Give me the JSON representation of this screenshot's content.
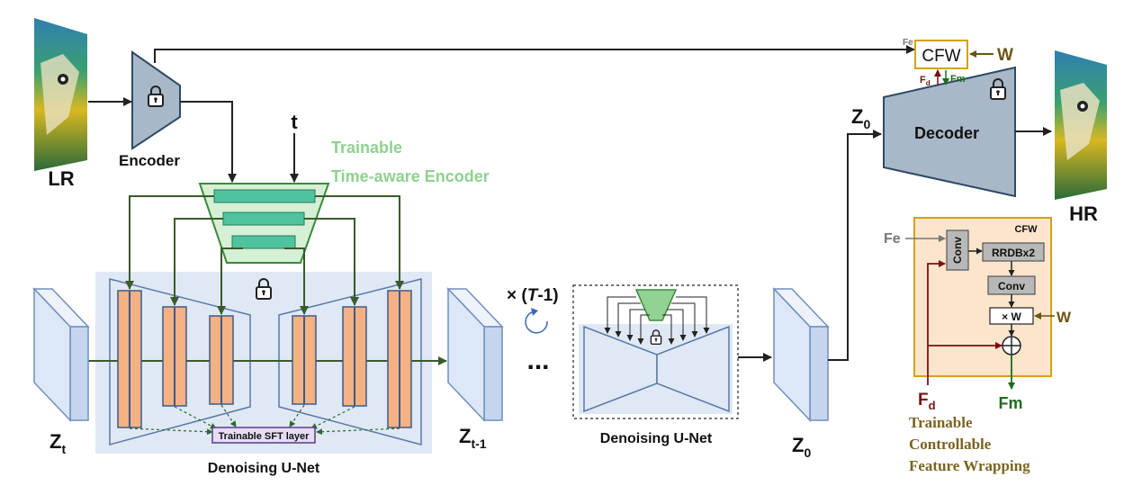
{
  "labels": {
    "lr": "LR",
    "hr": "HR",
    "encoder": "Encoder",
    "decoder": "Decoder",
    "t": "t",
    "trainable_line1": "Trainable",
    "trainable_line2": "Time-aware Encoder",
    "z": "Z",
    "sub_t": "t",
    "sub_t1": "t-1",
    "sub_0": "0",
    "repeat_prefix": "× (",
    "repeat_T": "T",
    "repeat_suffix": "-1)",
    "ellipsis": "...",
    "denoising_unet": "Denoising U-Net",
    "sft_layer": "Trainable SFT layer",
    "cfw": "CFW",
    "w": "W",
    "fe": "Fe",
    "fd_F": "F",
    "fd_sub": "d",
    "fm": "Fm",
    "conv": "Conv",
    "rrdb": "RRDBx2",
    "times_w": "× W",
    "cfw_caption_1": "Trainable",
    "cfw_caption_2": "Controllable",
    "cfw_caption_3": "Feature Wrapping"
  },
  "colors": {
    "encoder_fill": "#a8b8c8",
    "encoder_stroke": "#2e4a63",
    "latent_fill": "#dce7f7",
    "latent_stroke": "#6f8fbf",
    "unet_bg": "#dfe8f5",
    "block_fill": "#f4b183",
    "block_stroke": "#3e5a8a",
    "trainable_green": "#92d292",
    "trainable_dark": "#3a8a3a",
    "trainable_text": "#8fd18f",
    "line_green": "#3a5a2a",
    "cfw_box_fill": "#fde5cc",
    "cfw_box_stroke": "#d4a017",
    "caption_olive": "#7a6420",
    "fd_red": "#7a1010",
    "fm_green": "#1e6b1e"
  },
  "icons": [
    "lock-icon",
    "cycle-arrow-icon",
    "parrot-image"
  ]
}
